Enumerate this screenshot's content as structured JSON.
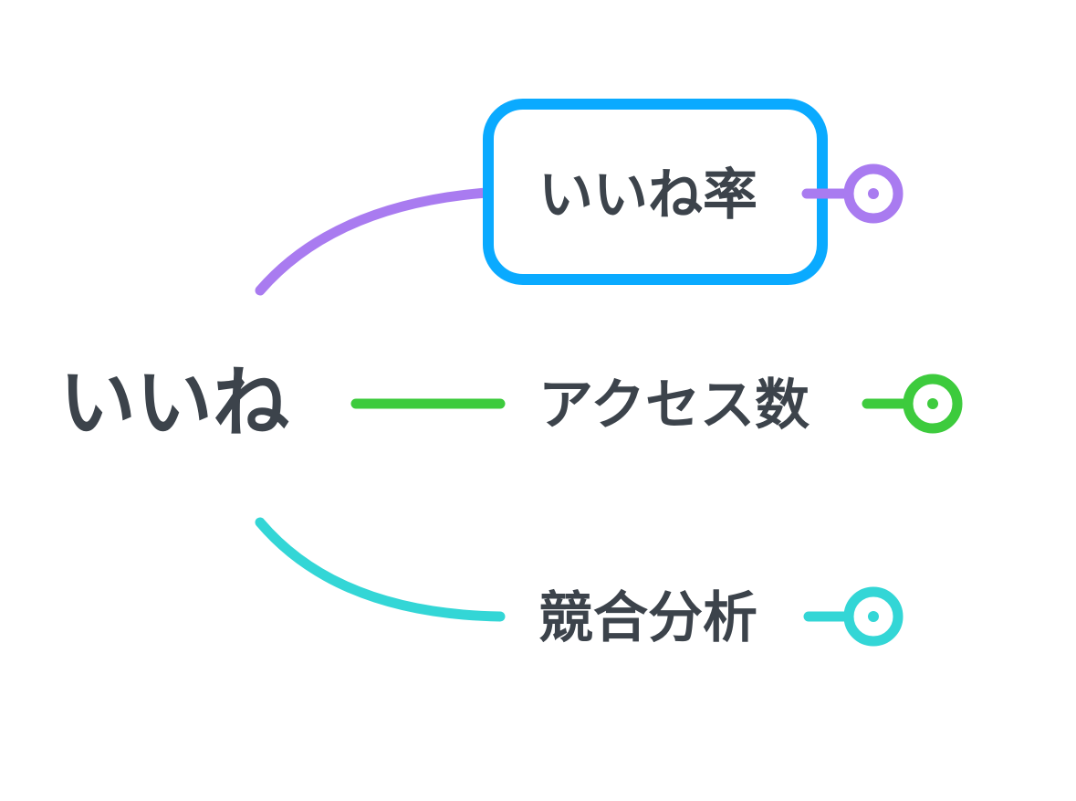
{
  "root": {
    "label": "いいね"
  },
  "branches": [
    {
      "label": "いいね率",
      "color": "#a97bf0",
      "selected": true
    },
    {
      "label": "アクセス数",
      "color": "#3dcb3d",
      "selected": false
    },
    {
      "label": "競合分析",
      "color": "#33d6d6",
      "selected": false
    }
  ],
  "colors": {
    "text": "#3c434b",
    "selection": "#0aaaff"
  }
}
